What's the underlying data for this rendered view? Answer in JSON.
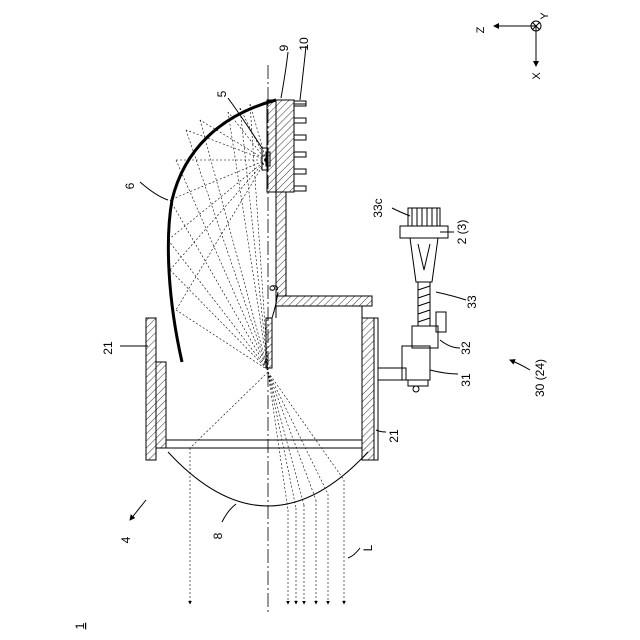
{
  "labels": {
    "figure_ref": "1",
    "assembly": "4",
    "reflector": "6",
    "lens": "8",
    "light": "L",
    "substrate_top": "9",
    "substrate_mid": "9",
    "heat_sink": "10",
    "light_source": "5",
    "holder_left": "21",
    "holder_right": "21",
    "part_33c": "33c",
    "part_2": "2 (3)",
    "part_33": "33",
    "part_32": "32",
    "part_31": "31",
    "part_30": "30 (24)"
  },
  "axes": {
    "z": "Z",
    "x": "X",
    "y": "Y"
  }
}
